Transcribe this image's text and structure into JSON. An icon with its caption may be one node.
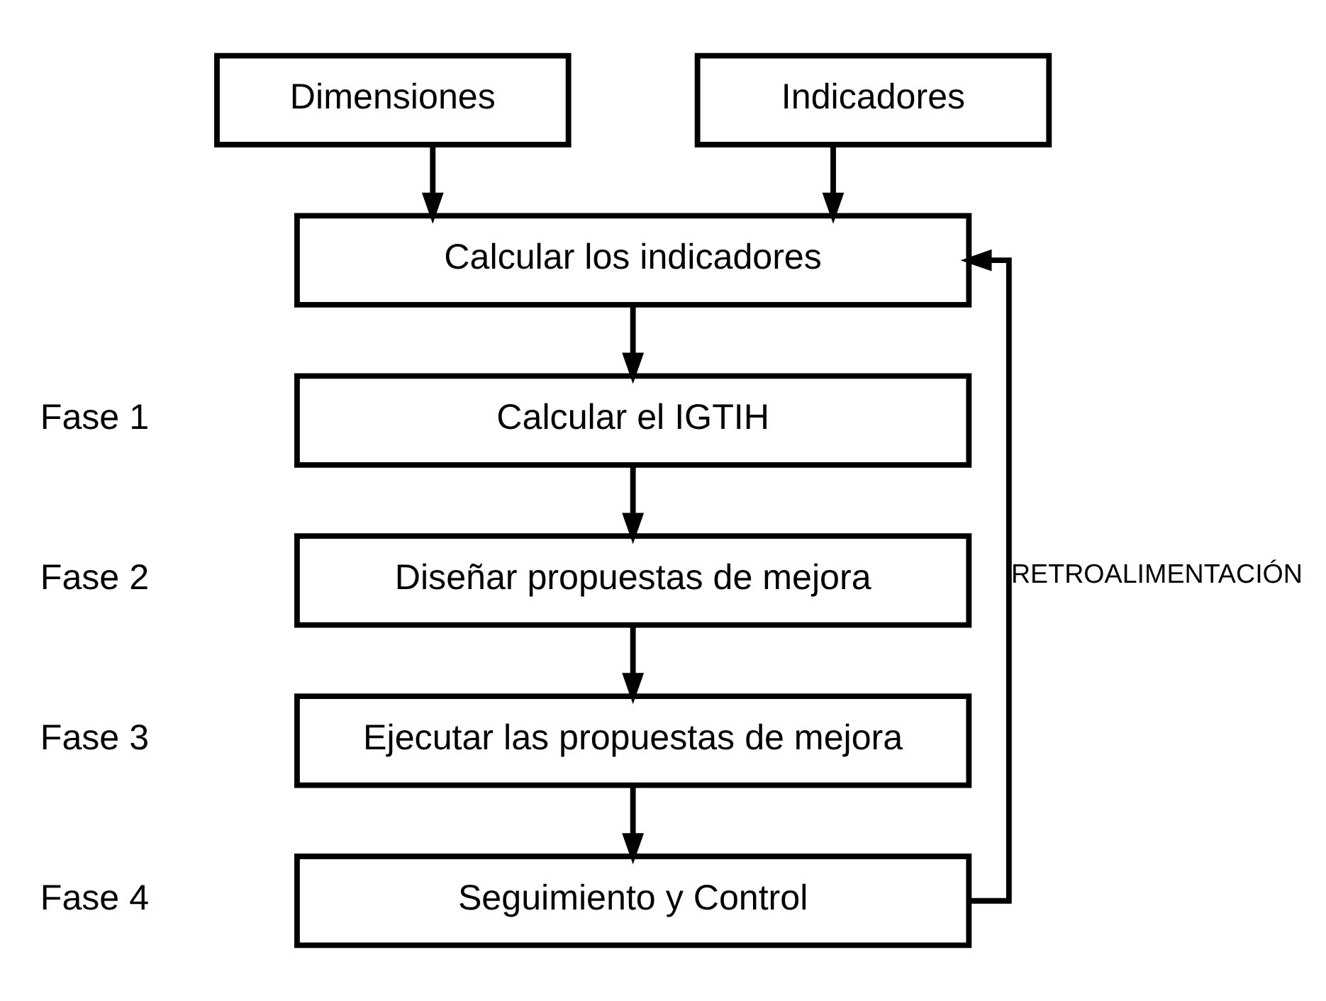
{
  "diagram": {
    "nodes": [
      {
        "text": [
          "Dimensiones"
        ]
      },
      {
        "text": [
          "Indicadores"
        ]
      },
      {
        "text": [
          "Calcular los indicadores"
        ]
      },
      {
        "text": [
          "Calcular el IGTIH"
        ]
      },
      {
        "text": [
          "Diseñar propuestas de mejora"
        ]
      },
      {
        "text": [
          "Ejecutar las propuestas de mejora"
        ]
      },
      {
        "text": [
          "Seguimiento y Control"
        ]
      }
    ],
    "edges": [
      {
        "from": 0,
        "to": 2,
        "arrow": "to"
      },
      {
        "from": 1,
        "to": 2,
        "arrow": "to"
      },
      {
        "from": 2,
        "to": 3,
        "arrow": "to"
      },
      {
        "from": 3,
        "to": 4,
        "arrow": "to"
      },
      {
        "from": 4,
        "to": 5,
        "arrow": "to"
      },
      {
        "from": 5,
        "to": 6,
        "arrow": "to"
      },
      {
        "from": 6,
        "to": 2,
        "arrow": "to",
        "label": "RETROALIMENTACIÓN"
      }
    ],
    "labels": [
      "Fase 1",
      "Fase 2",
      "Fase 3",
      "Fase 4"
    ]
  }
}
